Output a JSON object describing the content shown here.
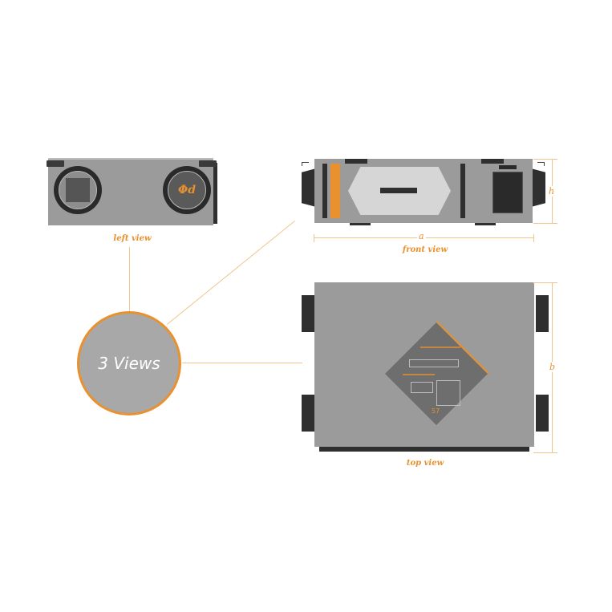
{
  "diagram": {
    "center_label": "3 Views",
    "views": {
      "left": {
        "label": "left view",
        "port_symbol": "Φd"
      },
      "front": {
        "label": "front view",
        "dimension_width": "a",
        "dimension_height": "h"
      },
      "top": {
        "label": "top view",
        "dimension_depth": "b",
        "plate_number": "57"
      }
    },
    "colors": {
      "accent": "#e8912e",
      "body": "#9b9b9b",
      "dark": "#2f2f2f",
      "panel_light": "#d6d6d6",
      "label_plate": "#6e6e6e",
      "connector_line": "#f0c48a"
    }
  }
}
